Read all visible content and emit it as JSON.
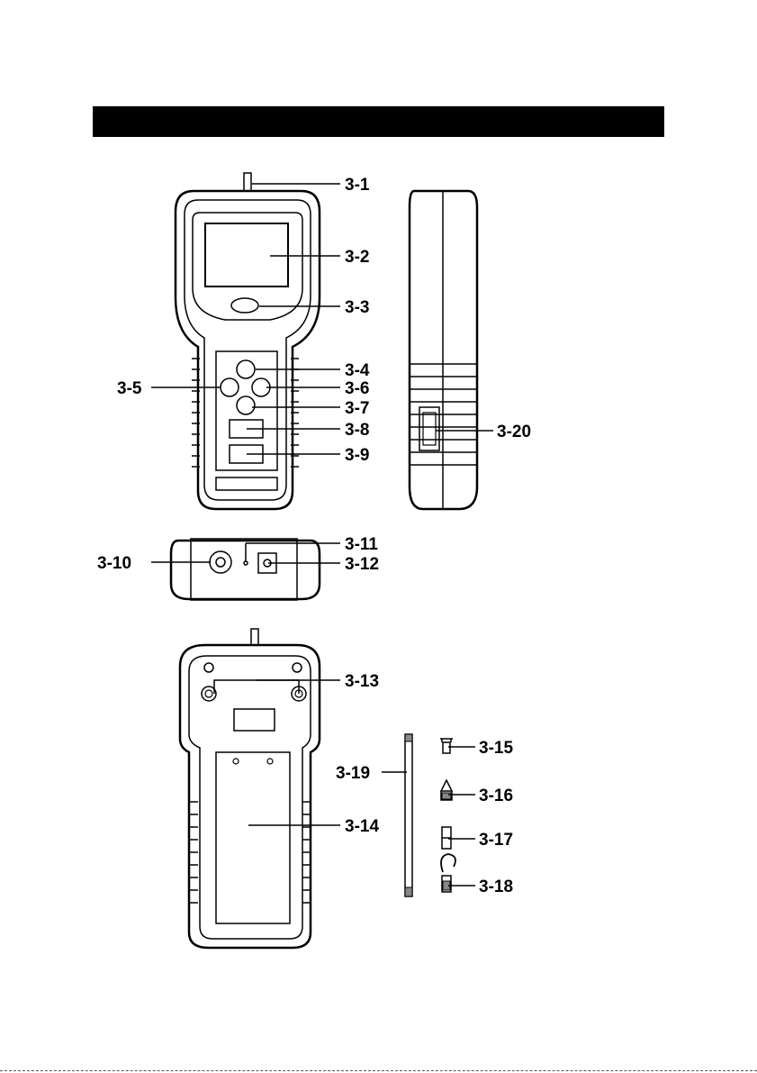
{
  "section_header": {
    "text": ""
  },
  "colors": {
    "line": "#000000",
    "background": "#ffffff",
    "banner": "#000000"
  },
  "callouts": {
    "c3_1": "3-1",
    "c3_2": "3-2",
    "c3_3": "3-3",
    "c3_4": "3-4",
    "c3_5": "3-5",
    "c3_6": "3-6",
    "c3_7": "3-7",
    "c3_8": "3-8",
    "c3_9": "3-9",
    "c3_10": "3-10",
    "c3_11": "3-11",
    "c3_12": "3-12",
    "c3_13": "3-13",
    "c3_14": "3-14",
    "c3_15": "3-15",
    "c3_16": "3-16",
    "c3_17": "3-17",
    "c3_18": "3-18",
    "c3_19": "3-19",
    "c3_20": "3-20"
  }
}
